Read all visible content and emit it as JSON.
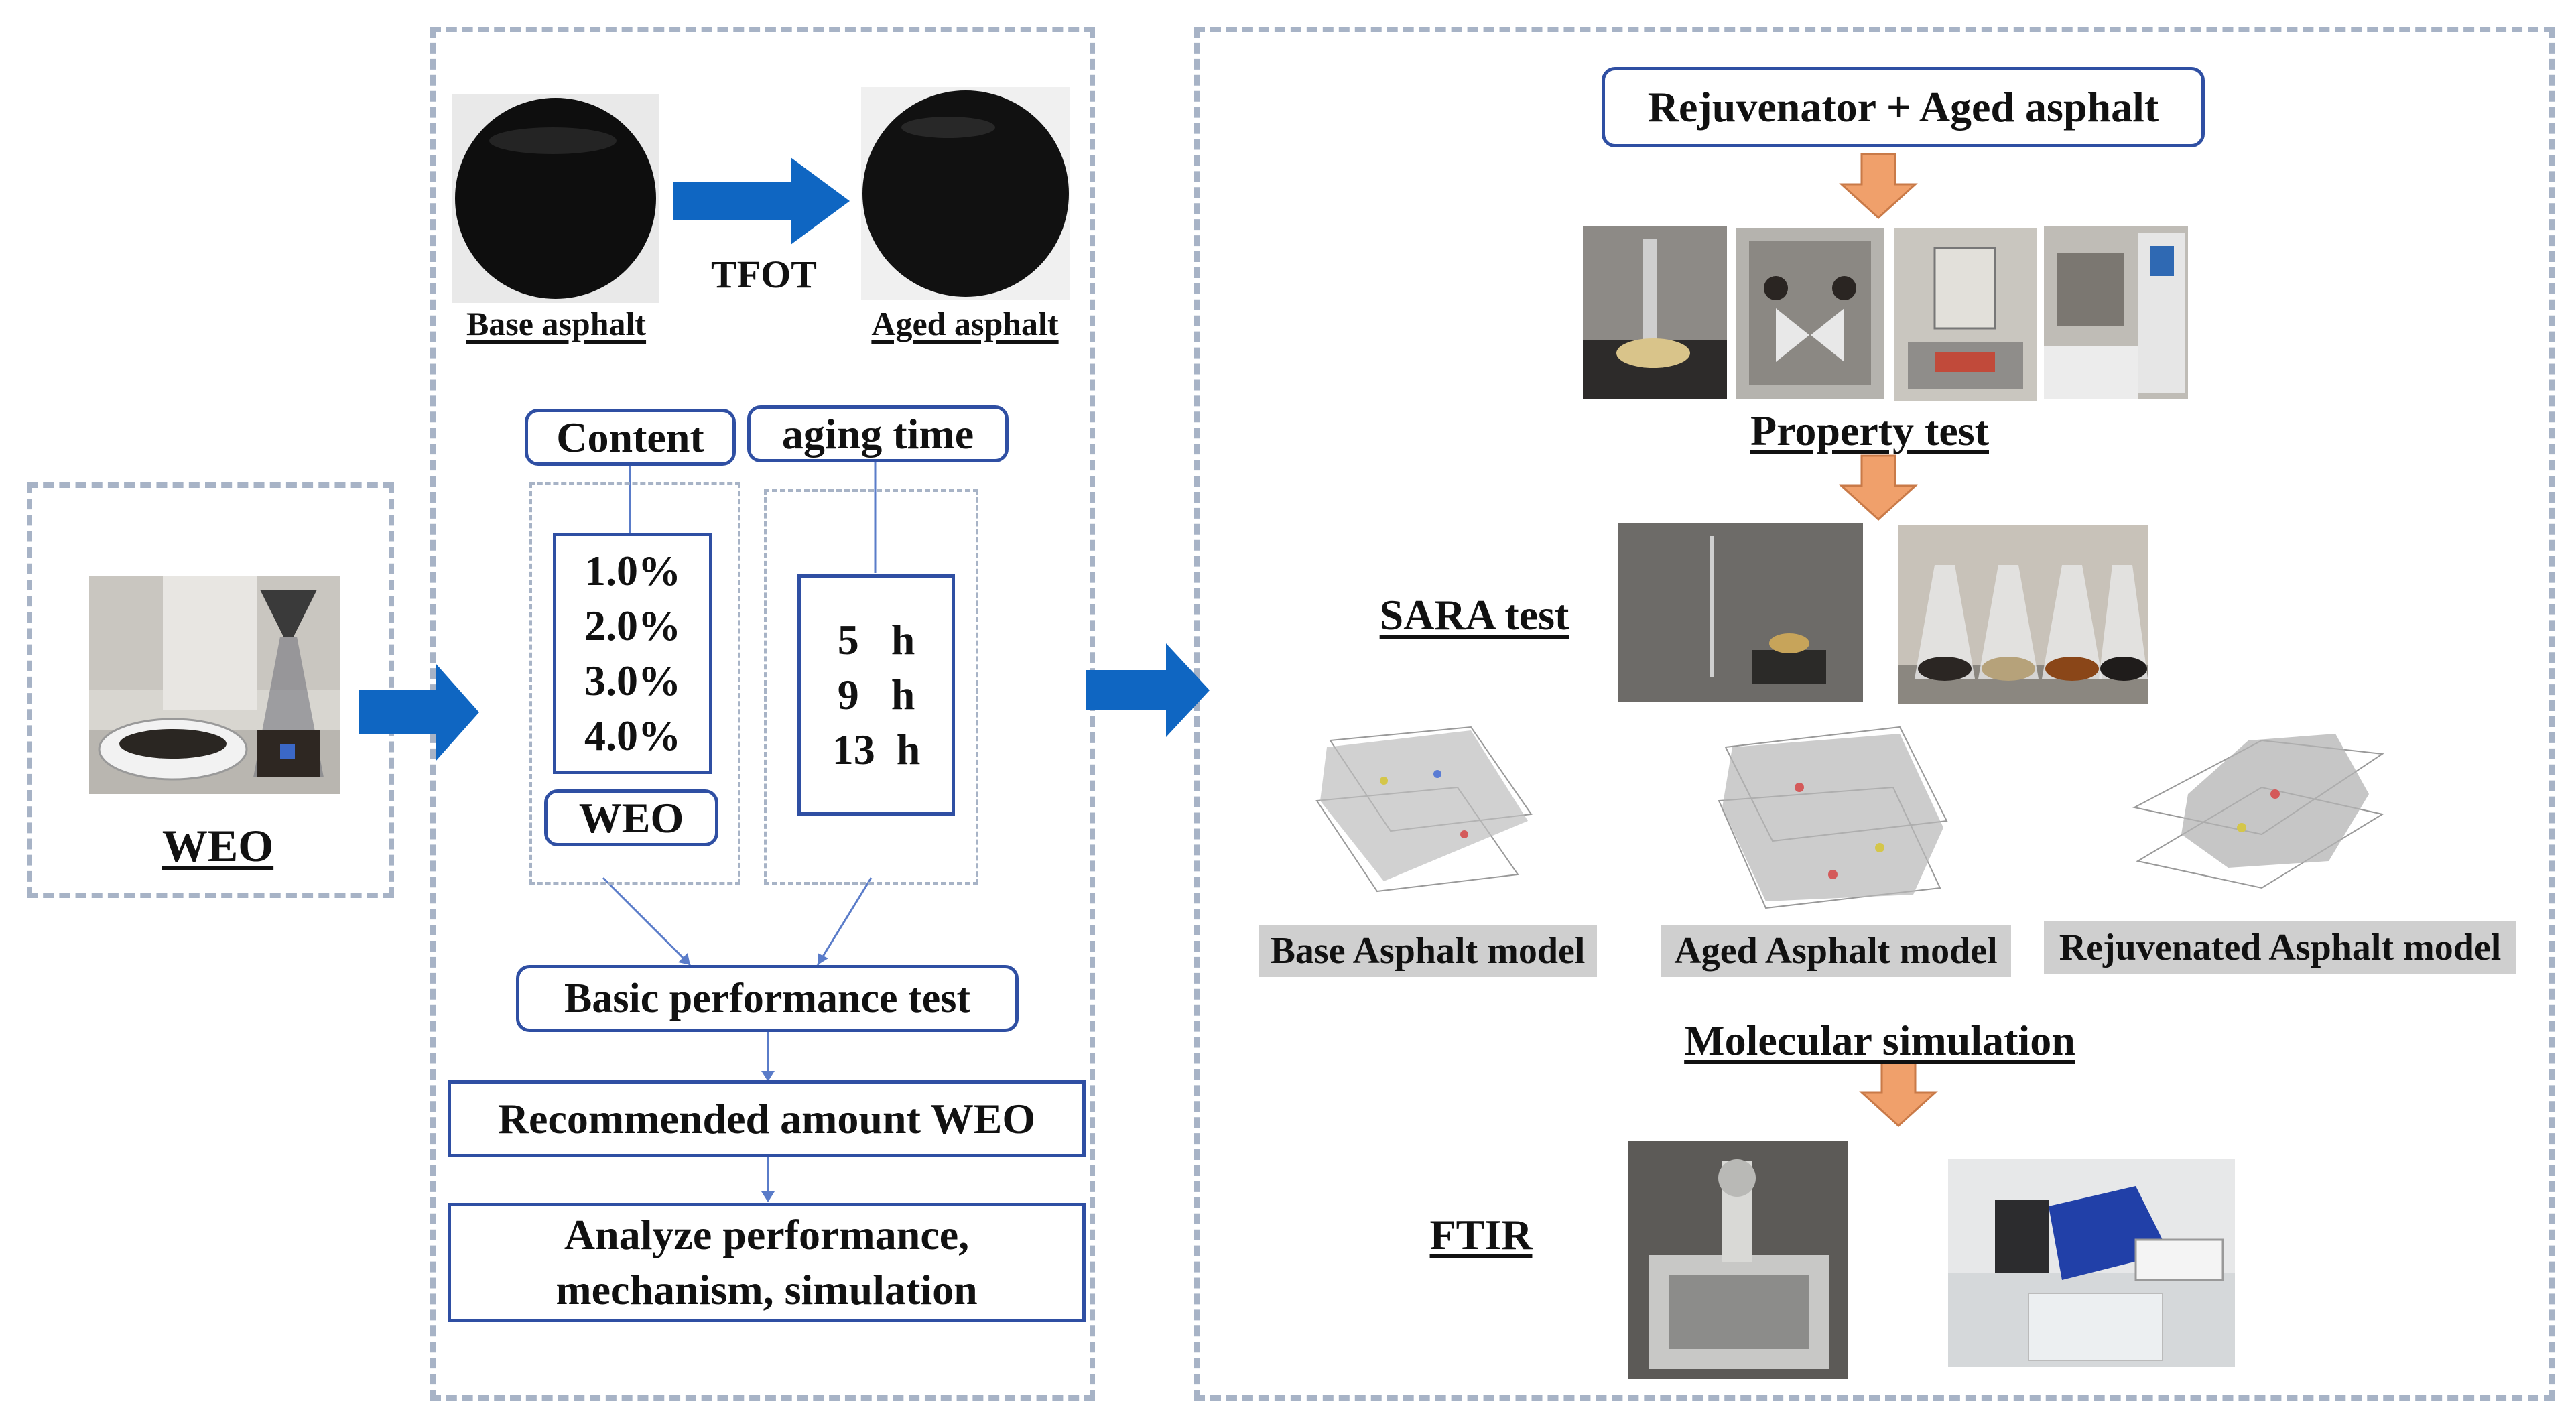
{
  "colors": {
    "accent_blue": "#0f66c2",
    "box_border": "#2f4fa3",
    "dashed_border": "#a7b3c6",
    "orange_arrow": "#f0a06b",
    "caption_gray": "#cfcfcf"
  },
  "left_panel": {
    "weo_label": "WEO"
  },
  "middle_panel": {
    "base_asphalt": "Base asphalt",
    "tfot": "TFOT",
    "aged_asphalt": "Aged asphalt",
    "content_header": "Content",
    "aging_time_header": "aging time",
    "contents": [
      "1.0%",
      "2.0%",
      "3.0%",
      "4.0%"
    ],
    "weo_box": "WEO",
    "aging_times": [
      "5   h",
      "9   h",
      "13  h"
    ],
    "basic_performance": "Basic performance test",
    "recommended": "Recommended amount WEO",
    "analyze_line1": "Analyze performance,",
    "analyze_line2": "mechanism, simulation"
  },
  "right_panel": {
    "rejuvenator": "Rejuvenator + Aged asphalt",
    "property_test": "Property test",
    "sara_test": "SARA test",
    "base_model": "Base Asphalt model",
    "aged_model": "Aged Asphalt model",
    "rejuvenated_model": "Rejuvenated Asphalt model",
    "molecular_simulation": "Molecular simulation",
    "ftir": "FTIR"
  }
}
